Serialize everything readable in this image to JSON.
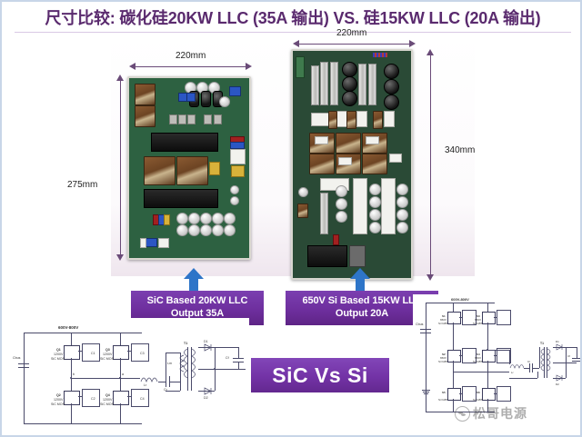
{
  "slide": {
    "title": "尺寸比较: 碳化硅20KW LLC (35A 输出) VS. 硅15KW LLC (20A 输出)",
    "accent_purple": "#6e2f9e",
    "accent_blue": "#2e75c8",
    "title_color": "#5a2a6e",
    "background": "#ffffff"
  },
  "left_board": {
    "name": "sic-board-photo",
    "width_label": "220mm",
    "height_label": "275mm",
    "caption_line1": "SiC Based 20KW LLC",
    "caption_line2": "Output 35A"
  },
  "right_board": {
    "name": "si-board-photo",
    "width_label": "220mm",
    "height_label": "340mm",
    "caption_line1": "650V Si Based 15KW LLC",
    "caption_line2": "Output 20A"
  },
  "center_badge": {
    "label": "SiC Vs Si"
  },
  "schematic_left": {
    "title": "sic-full-bridge-llc-schematic",
    "input_label": "600V-800V",
    "bus_cap_label": "Cbus",
    "devices": [
      {
        "ref": "Q1",
        "rating": "1200V",
        "tech": "SiC MOS"
      },
      {
        "ref": "Q3",
        "rating": "1200V",
        "tech": "SiC MOS"
      },
      {
        "ref": "Q2",
        "rating": "1200V",
        "tech": "SiC MOS"
      },
      {
        "ref": "Q4",
        "rating": "1200V",
        "tech": "SiC MOS"
      }
    ],
    "snubber_labels": [
      "C1",
      "C3",
      "C2",
      "C4"
    ],
    "resonant_labels": [
      "Lr",
      "Cr",
      "Lm"
    ],
    "transformer_label": "T1",
    "rectifier_labels": [
      "D1",
      "D2"
    ],
    "output_cap_label": "Cf",
    "node_labels": [
      "a",
      "b"
    ]
  },
  "schematic_right": {
    "title": "si-multilevel-llc-schematic",
    "input_label": "600V-800V",
    "bus_cap_label": "Cbus",
    "devices": [
      {
        "ref": "S1",
        "rating": "650V",
        "tech": "Si IGBT"
      },
      {
        "ref": "S3",
        "rating": "650V",
        "tech": "Si IGBT"
      },
      {
        "ref": "S2",
        "rating": "650V",
        "tech": "Si IGBT"
      },
      {
        "ref": "S4",
        "rating": "650V",
        "tech": "Si IGBT"
      },
      {
        "ref": "S5",
        "rating": "650V",
        "tech": "Si IGBT"
      },
      {
        "ref": "S6",
        "rating": "650V",
        "tech": "Si IGBT"
      }
    ],
    "resonant_labels": [
      "Lr",
      "Cr"
    ],
    "transformer_label": "T1",
    "rectifier_labels": [
      "D1",
      "D2"
    ],
    "output_cap_label": "Cf"
  },
  "watermark": {
    "text": "松哥电源",
    "icon": "wechat-logo-icon"
  }
}
